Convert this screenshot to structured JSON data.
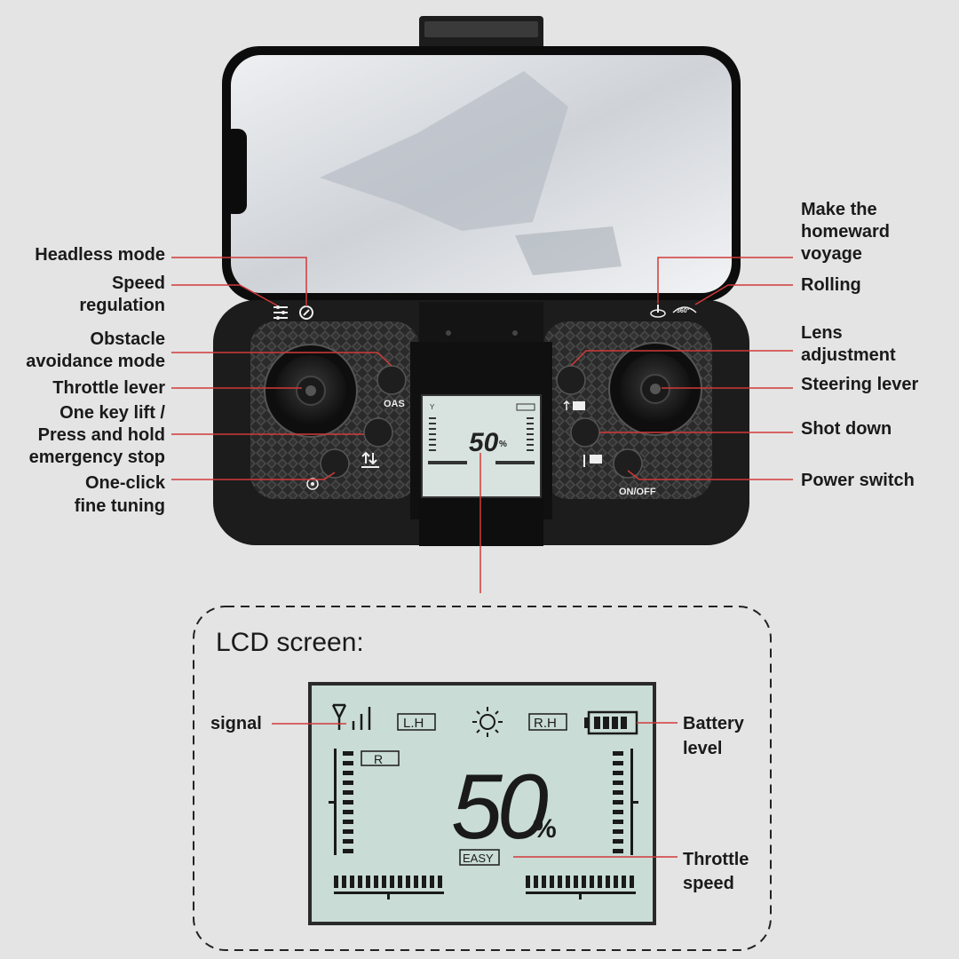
{
  "labels": {
    "headless_mode": "Headless mode",
    "speed_regulation": [
      "Speed",
      "regulation"
    ],
    "obstacle_avoidance": [
      "Obstacle",
      "avoidance mode"
    ],
    "throttle_lever": "Throttle lever",
    "one_key_lift": [
      "One key lift /",
      "Press and hold",
      "emergency stop"
    ],
    "fine_tuning": [
      "One-click",
      "fine tuning"
    ],
    "homeward": [
      "Make the",
      "homeward",
      "voyage"
    ],
    "rolling": "Rolling",
    "lens_adjustment": [
      "Lens",
      "adjustment"
    ],
    "steering_lever": "Steering lever",
    "shot_down": "Shot down",
    "power_switch": "Power switch"
  },
  "controller": {
    "oas_label": "OAS",
    "onoff_label": "ON/OFF",
    "roll_label": "360°"
  },
  "lcd": {
    "heading": "LCD screen:",
    "lh": "L.H",
    "rh": "R.H",
    "r": "R",
    "value": "50",
    "unit": "%",
    "mode": "EASY",
    "signal_label": "signal",
    "battery_label": [
      "Battery",
      "level"
    ],
    "throttle_label": [
      "Throttle",
      "speed"
    ]
  },
  "colors": {
    "callout": "#d23a3a",
    "lcd_bg": "#c9dcd6",
    "body": "#1c1c1c"
  }
}
